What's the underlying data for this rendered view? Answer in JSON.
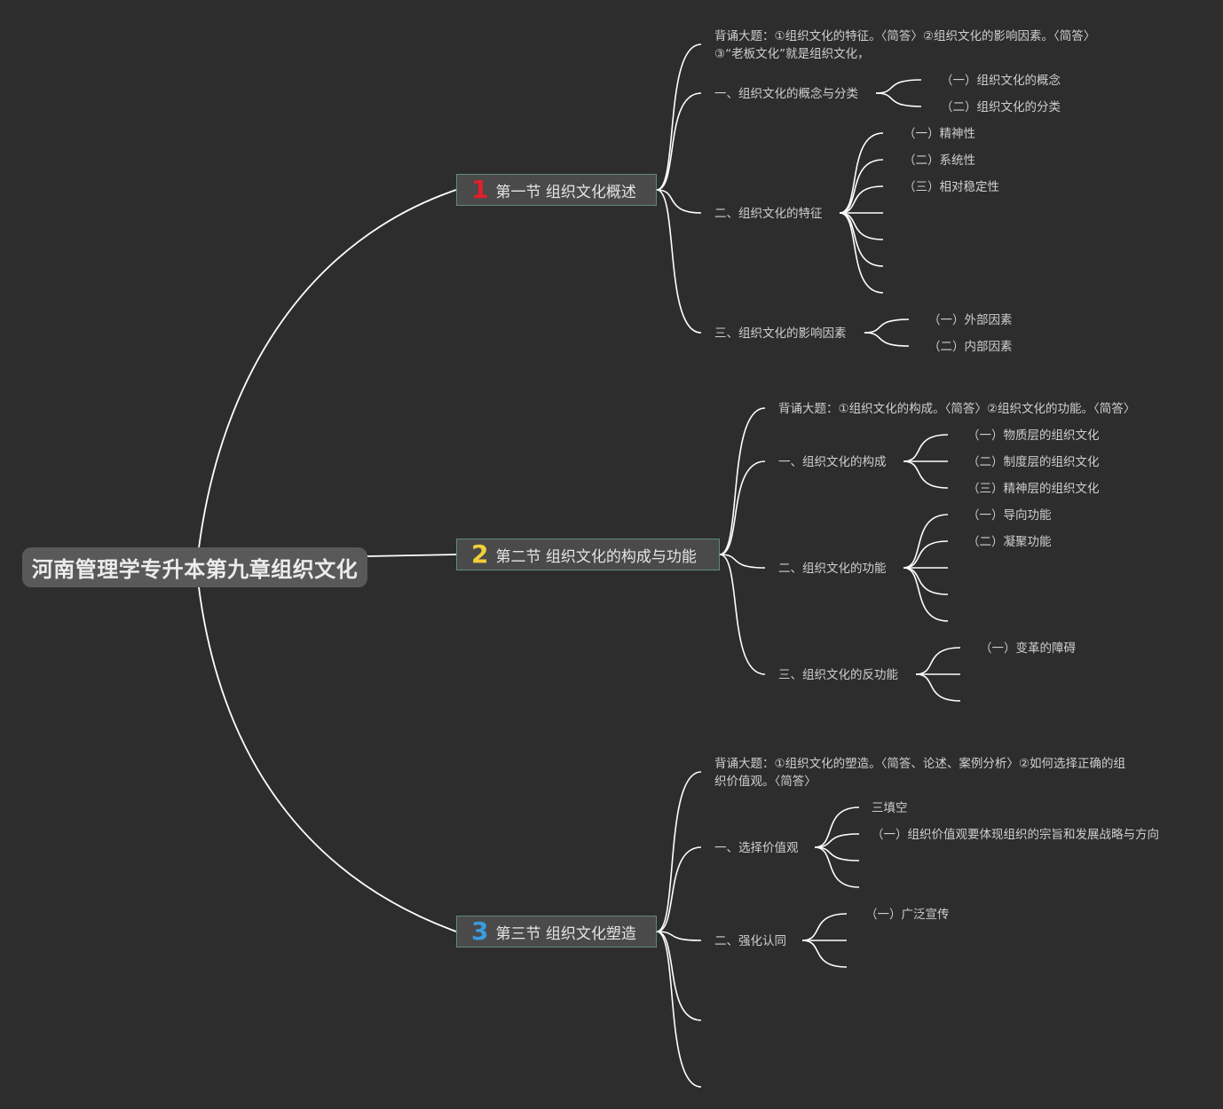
{
  "root": {
    "title": "河南管理学专升本第九章组织文化"
  },
  "colors": {
    "background": "#2d2d2d",
    "root_fill": "#595959",
    "section_fill": "#4a4a4a",
    "section_border": "#5e8b76",
    "link": "#ffffff",
    "num1": "#e0202c",
    "num2": "#f2cf3a",
    "num3": "#3a9be0"
  },
  "sections": [
    {
      "num": "1",
      "title": "第一节 组织文化概述",
      "recite_line1": "背诵大题：①组织文化的特征。〈简答〉②组织文化的影响因素。〈简答〉",
      "recite_line2": "③“老板文化”就是组织文化，",
      "topics": [
        {
          "label": "一、组织文化的概念与分类",
          "items": [
            "（一）组织文化的概念",
            "（二）组织文化的分类"
          ]
        },
        {
          "label": "二、组织文化的特征",
          "items": [
            "（一）精神性",
            "（二）系统性",
            "（三）相对稳定性",
            "",
            "",
            "",
            ""
          ]
        },
        {
          "label": "三、组织文化的影响因素",
          "items": [
            "（一）外部因素",
            "（二）内部因素"
          ]
        }
      ]
    },
    {
      "num": "2",
      "title": "第二节 组织文化的构成与功能",
      "recite_line1": "背诵大题：①组织文化的构成。〈简答〉②组织文化的功能。〈简答〉",
      "topics": [
        {
          "label": "一、组织文化的构成",
          "items": [
            "（一）物质层的组织文化",
            "（二）制度层的组织文化",
            "（三）精神层的组织文化"
          ]
        },
        {
          "label": "二、组织文化的功能",
          "items": [
            "（一）导向功能",
            "（二）凝聚功能",
            "",
            "",
            ""
          ]
        },
        {
          "label": "三、组织文化的反功能",
          "items": [
            "（一）变革的障碍",
            "",
            ""
          ]
        }
      ]
    },
    {
      "num": "3",
      "title": "第三节 组织文化塑造",
      "recite_line1": "背诵大题：①组织文化的塑造。〈简答、论述、案例分析〉②如何选择正确的组",
      "recite_line2": "织价值观。〈简答〉",
      "topics": [
        {
          "label": "一、选择价值观",
          "items": [
            "三填空",
            "（一）组织价值观要体现组织的宗旨和发展战略与方向",
            "",
            ""
          ]
        },
        {
          "label": "二、强化认同",
          "items": [
            "（一）广泛宣传",
            "",
            ""
          ]
        },
        {
          "label": "",
          "items": []
        },
        {
          "label": "",
          "items": []
        }
      ]
    }
  ]
}
